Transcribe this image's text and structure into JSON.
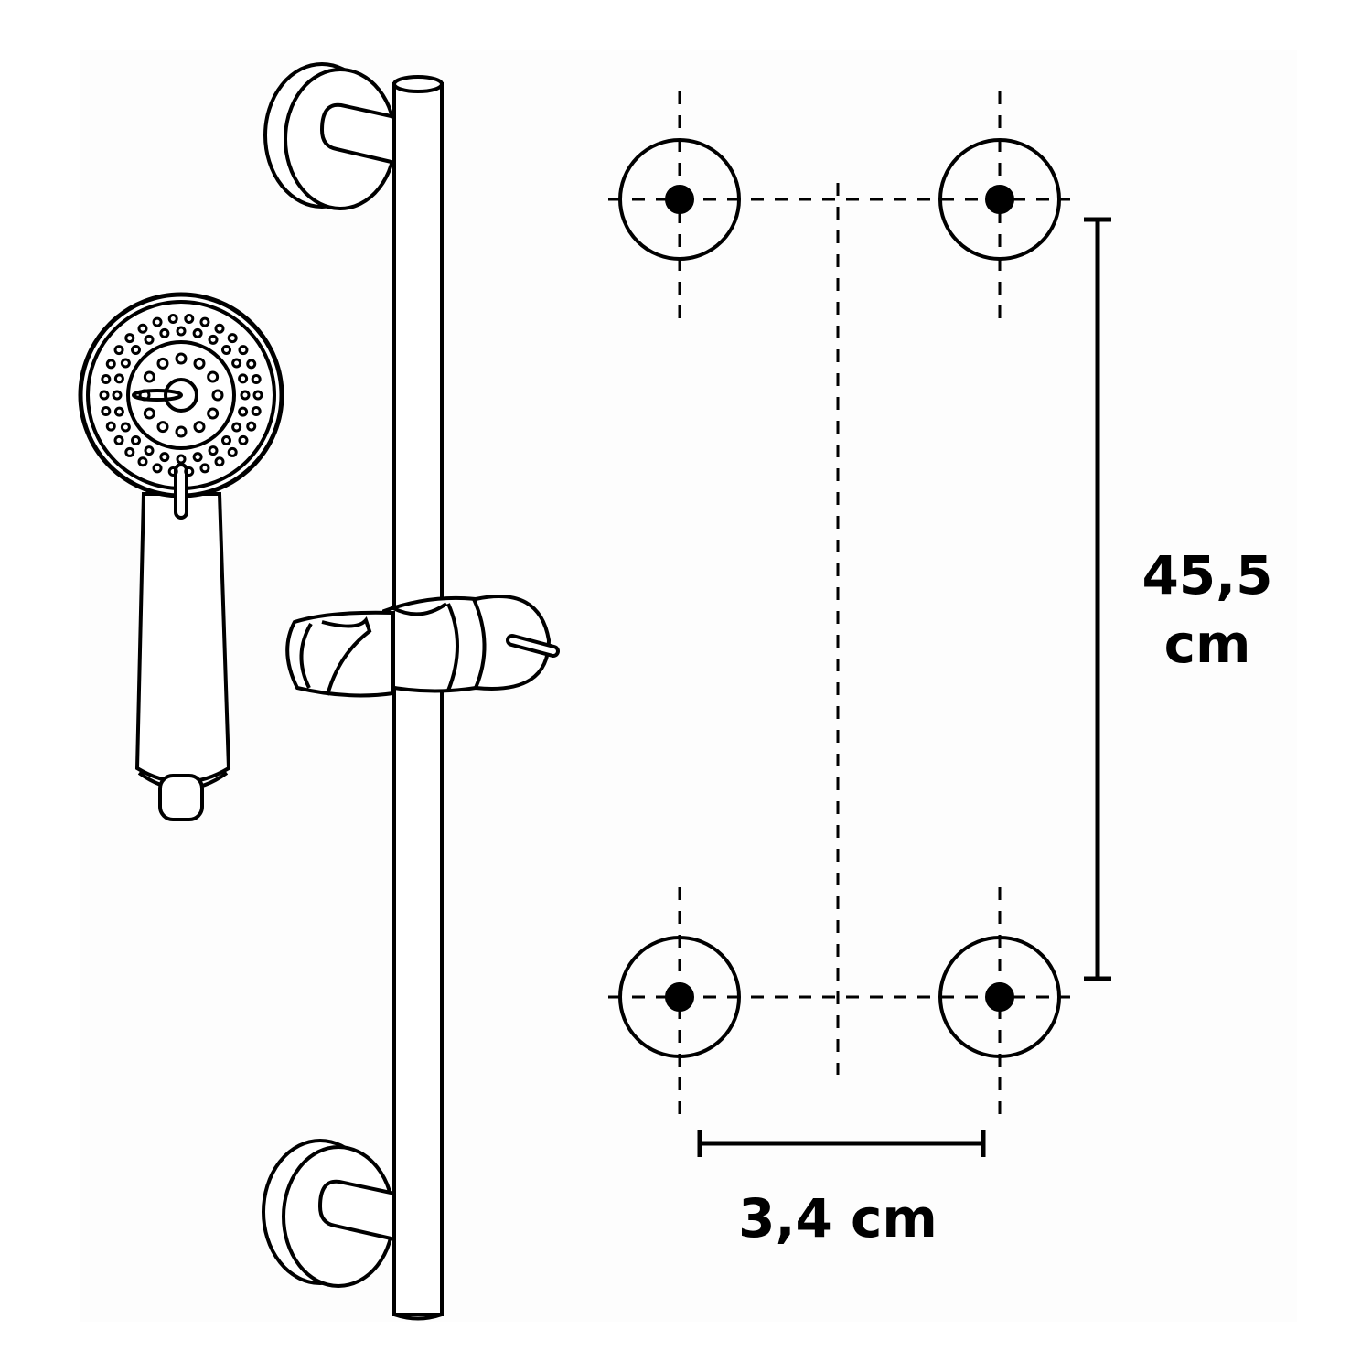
{
  "dimensions": {
    "height_value": "45,5",
    "height_unit": "cm",
    "width_label": "3,4 cm"
  },
  "colors": {
    "line": "#000000",
    "background": "#ffffff"
  }
}
